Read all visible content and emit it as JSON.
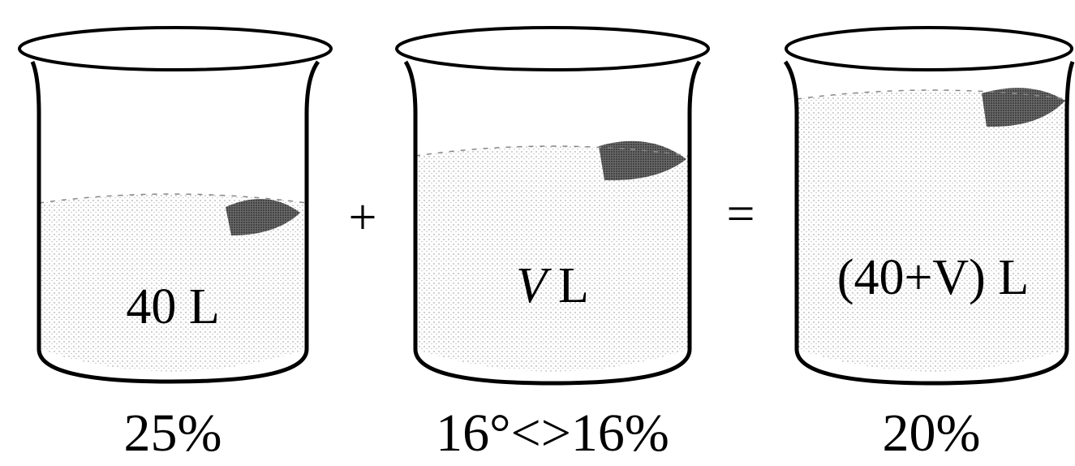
{
  "beakers": [
    {
      "volume_label": "40 L",
      "concentration": "25%"
    },
    {
      "volume_label": "V L",
      "volume_var": "V",
      "volume_unit": "L",
      "concentration": "16°<>16%"
    },
    {
      "volume_label": "(40+V) L",
      "concentration": "20%"
    }
  ],
  "operators": {
    "plus": "+",
    "equals": "="
  },
  "colors": {
    "stroke": "#000000",
    "liquid_shade": "#9a9a9a",
    "background": "#ffffff"
  }
}
